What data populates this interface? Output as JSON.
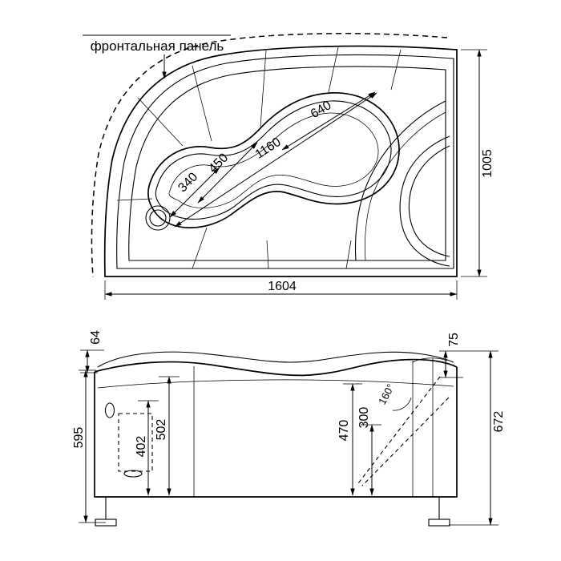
{
  "drawing": {
    "title_note": "",
    "panel_label": "фронтальная панель",
    "colors": {
      "ink": "#000000",
      "background": "#ffffff"
    },
    "top_view": {
      "dim_640": "640",
      "dim_1160": "1160",
      "dim_450": "450",
      "dim_340": "340",
      "dim_1005": "1005",
      "dim_1604": "1604"
    },
    "front_view": {
      "dim_64": "64",
      "dim_75": "75",
      "dim_672": "672",
      "dim_595": "595",
      "dim_502": "502",
      "dim_402": "402",
      "dim_470": "470",
      "dim_300": "300",
      "dim_angle_160": "160°"
    }
  }
}
